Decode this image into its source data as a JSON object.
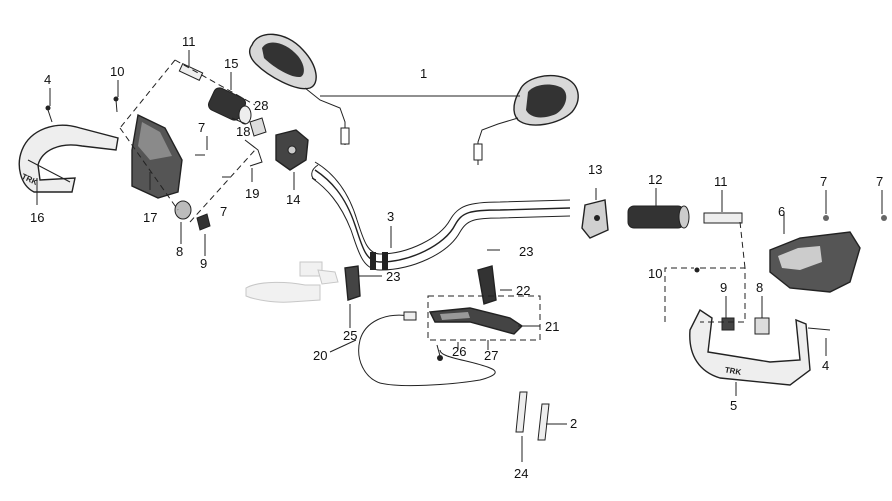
{
  "callouts": {
    "n1": "1",
    "n2": "2",
    "n3": "3",
    "n4_left": "4",
    "n4_right": "4",
    "n5": "5",
    "n6": "6",
    "n7_a": "7",
    "n7_b": "7",
    "n7_c": "7",
    "n7_d": "7",
    "n8_left": "8",
    "n8_right": "8",
    "n9_left": "9",
    "n9_right": "9",
    "n10_left": "10",
    "n10_right": "10",
    "n11_left": "11",
    "n11_right": "11",
    "n12": "12",
    "n13": "13",
    "n14": "14",
    "n15": "15",
    "n16": "16",
    "n17": "17",
    "n18": "18",
    "n19": "19",
    "n20": "20",
    "n21": "21",
    "n22": "22",
    "n23_a": "23",
    "n23_b": "23",
    "n24": "24",
    "n25": "25",
    "n26": "26",
    "n27": "27",
    "n28": "28"
  },
  "guard_logo": "TRK",
  "colors": {
    "line": "#222222",
    "part_dark": "#2a2a2a",
    "part_mid": "#9a9a9a",
    "part_light": "#dddddd",
    "ghost": "#bfbfbf"
  }
}
